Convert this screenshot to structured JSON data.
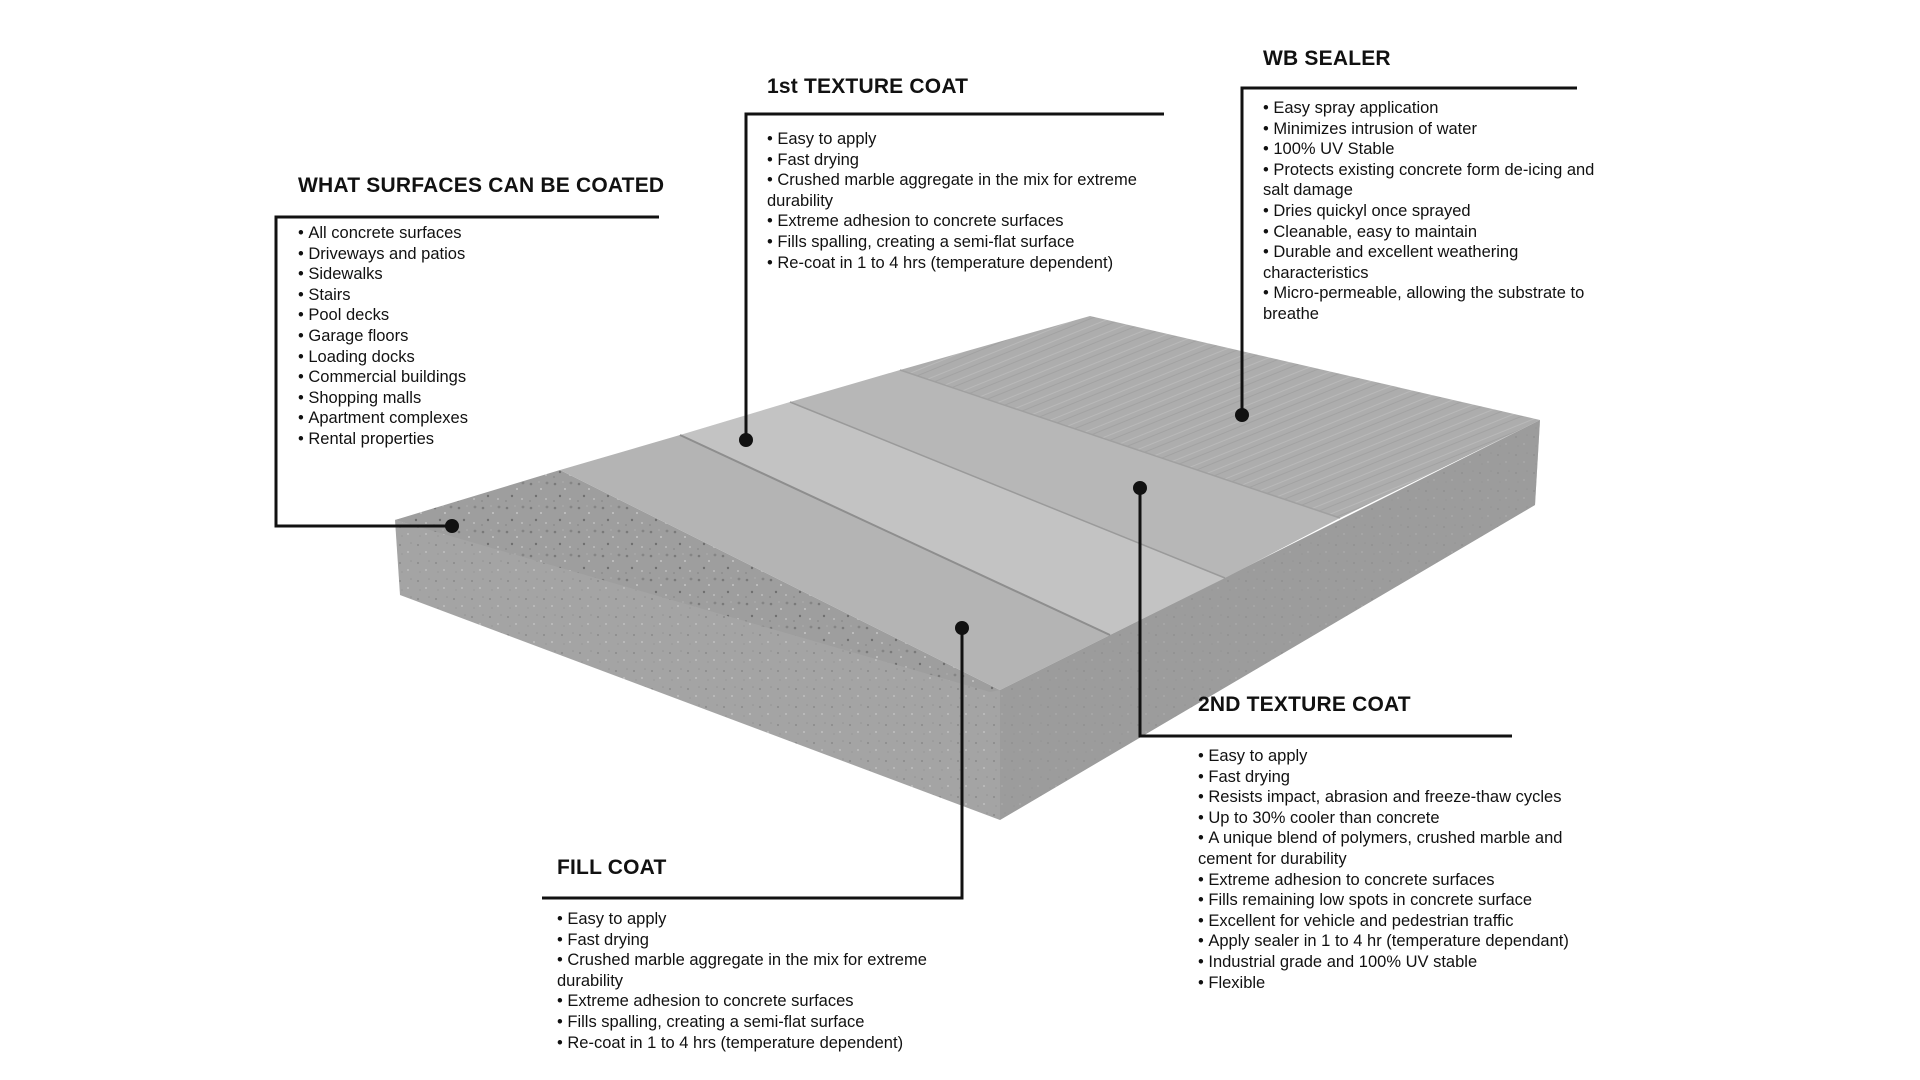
{
  "sections": {
    "surfaces": {
      "title": "WHAT SURFACES CAN BE COATED",
      "items": [
        "All concrete surfaces",
        "Driveways and patios",
        "Sidewalks",
        "Stairs",
        "Pool decks",
        "Garage floors",
        "Loading docks",
        "Commercial buildings",
        "Shopping malls",
        "Apartment complexes",
        "Rental properties"
      ]
    },
    "texture1": {
      "title": "1st TEXTURE COAT",
      "items": [
        "Easy to apply",
        "Fast drying",
        "Crushed marble aggregate in the mix for extreme durability",
        "Extreme adhesion to concrete surfaces",
        "Fills spalling, creating a semi-flat surface",
        "Re-coat in 1 to 4 hrs (temperature dependent)"
      ]
    },
    "sealer": {
      "title": "WB SEALER",
      "items": [
        "Easy spray application",
        "Minimizes intrusion of water",
        "100% UV Stable",
        "Protects existing concrete form de-icing and salt damage",
        "Dries quickyl once sprayed",
        "Cleanable, easy to maintain",
        "Durable and excellent weathering characteristics",
        "Micro-permeable, allowing the substrate to breathe"
      ]
    },
    "texture2": {
      "title": "2ND TEXTURE COAT",
      "items": [
        "Easy to apply",
        "Fast drying",
        "Resists impact, abrasion and freeze-thaw cycles",
        "Up to 30% cooler than concrete",
        "A unique blend of polymers, crushed marble and cement for durability",
        "Extreme adhesion to concrete surfaces",
        "Fills remaining low spots in concrete surface",
        "Excellent for vehicle and pedestrian traffic",
        "Apply sealer in 1 to 4 hr (temperature dependant)",
        "Industrial grade and 100% UV stable",
        "Flexible"
      ]
    },
    "fill": {
      "title": "FILL COAT",
      "items": [
        "Easy to apply",
        "Fast drying",
        "Crushed marble aggregate in the mix for extreme durability",
        "Extreme adhesion to concrete surfaces",
        "Fills spalling, creating a semi-flat surface",
        "Re-coat in 1 to 4 hrs (temperature dependent)"
      ]
    }
  },
  "colors": {
    "leader_line": "#111111",
    "slab_side_light": "#a9a9a9",
    "slab_side_dark": "#8f8f8f",
    "bare_concrete": "#9d9d9d",
    "fill_coat": "#b3b3b3",
    "texture_coat_1": "#c2c2c2",
    "texture_coat_2": "#b6b6b6",
    "sealer": "#aeaeae"
  }
}
